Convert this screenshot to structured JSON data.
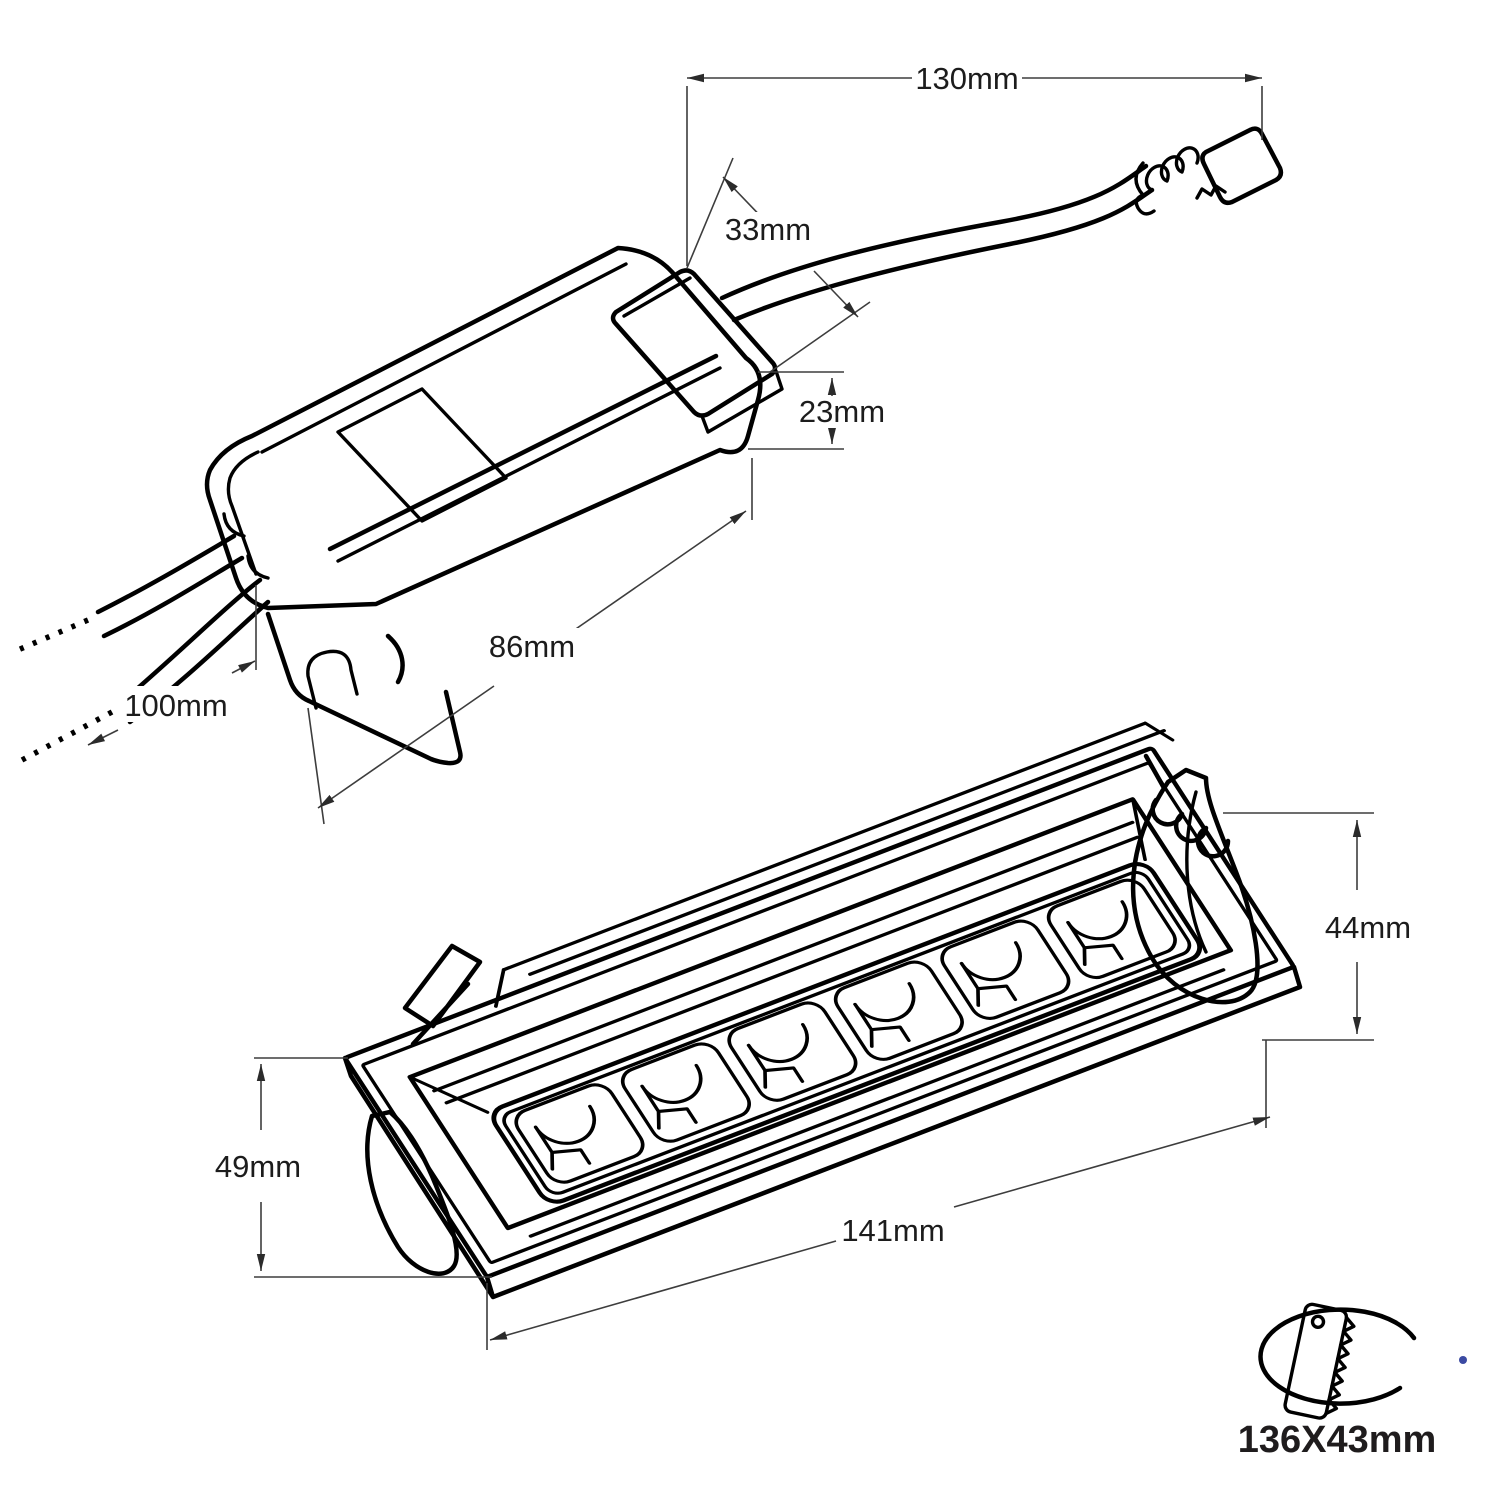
{
  "title": "Technical dimension drawing - LED driver and recessed linear LED downlight",
  "colors": {
    "background": "#ffffff",
    "drawing_line": "#000000",
    "dimension_line": "#3d3d3d",
    "label_text": "#1c1c1c",
    "accent_dot": "#3b4aa2"
  },
  "driver": {
    "name": "LED driver with DC connector",
    "dimensions": {
      "cable_length": "130mm",
      "connector_housing": "33mm",
      "body_height": "23mm",
      "body_length": "86mm",
      "input_wires": "100mm"
    }
  },
  "luminaire": {
    "name": "Recessed linear LED downlight",
    "led_cell_count": 6,
    "dimensions": {
      "height": "44mm",
      "trim_width": "49mm",
      "trim_length": "141mm"
    }
  },
  "cutout": {
    "icon": "ceiling-cutout-saw-icon",
    "size_label": "136X43mm"
  }
}
